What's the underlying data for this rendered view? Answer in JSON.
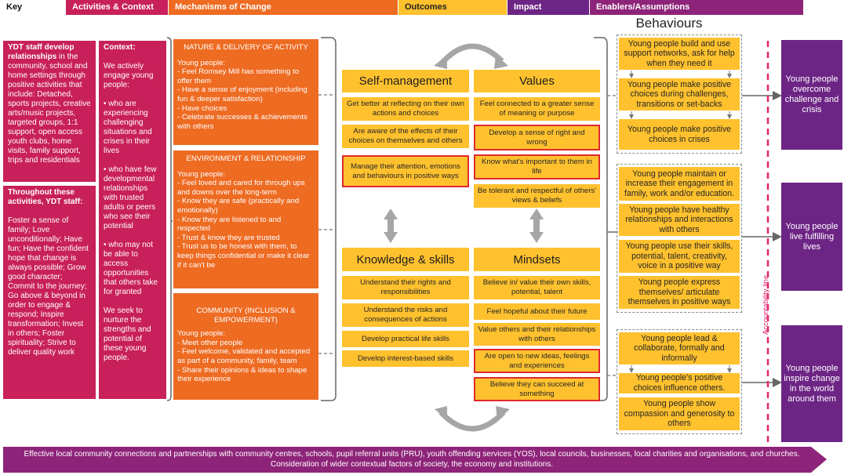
{
  "key": {
    "label": "Key",
    "activities": "Activities & Context",
    "mechanisms": "Mechanisms of Change",
    "outcomes": "Outcomes",
    "impact": "Impact",
    "enablers": "Enablers/Assumptions"
  },
  "activities": {
    "staff_bold": "YDT staff develop relationships",
    "staff_rest": " in the community, school and home settings through positive activities that include: Detached, sports projects, creative arts/music projects, targeted groups, 1:1 support, open access youth clubs, home visits, family support, trips and residentials",
    "through_bold": "Throughout these activities, YDT staff:",
    "through_rest": "Foster a sense of family; Love unconditionally; Have fun; Have the confident hope that change is always possible; Grow good character; Commit to the journey; Go above & beyond in order to engage & respond; Inspire transformation; Invest in others; Foster spirituality; Strive to deliver quality work"
  },
  "context": {
    "title": "Context:",
    "text": "We actively engage young people:\n\n• who are experiencing challenging situations and crises in their lives\n\n• who have few developmental relationships with trusted adults or peers who see their potential\n\n• who may not be able to access opportunities that others take for granted\n\nWe seek to nurture the strengths and potential of these young people."
  },
  "mechanisms": {
    "nature": {
      "title": "NATURE & DELIVERY OF ACTIVITY",
      "text": "Young people:\n- Feel Romsey Mill has something to offer them\n- Have a sense of enjoyment (including fun & deeper satisfaction)\n- Have choices\n- Celebrate successes & achievements with others"
    },
    "environment": {
      "title": "ENVIRONMENT & RELATIONSHIP",
      "text": "Young people:\n- Feel loved and cared for through ups and downs over the long-term\n- Know they are safe (practically and emotionally)\n- Know they are listened to and respected\n- Trust & know they are trusted\n- Trust us to be honest with them, to keep things confidential or make it clear if it can't be"
    },
    "community": {
      "title": "COMMUNITY (INCLUSION & EMPOWERMENT)",
      "text": "Young people:\n- Meet other people\n- Feel welcome, validated and accepted as part of a community, family, team\n- Share their opinions & ideas to shape their experience"
    }
  },
  "outcomes": {
    "self_management": {
      "title": "Self-management",
      "items": [
        "Get better at reflecting on their own actions and choices",
        "Are aware of the effects of their choices on themselves and others",
        "Manage their attention, emotions and behaviours in positive ways"
      ]
    },
    "values": {
      "title": "Values",
      "items": [
        "Feel connected to a greater sense of meaning or purpose",
        "Develop a sense of right and wrong",
        "Know what's important to them in life",
        "Be tolerant and respectful of others' views & beliefs"
      ]
    },
    "knowledge": {
      "title": "Knowledge & skills",
      "items": [
        "Understand their rights and responsibilities",
        "Understand the risks and consequences of actions",
        "Develop practical life skills",
        "Develop interest-based skills"
      ]
    },
    "mindsets": {
      "title": "Mindsets",
      "items": [
        "Believe in/ value their own skills, potential, talent",
        "Feel hopeful about their future",
        "Value others and their relationships with others",
        "Are open to new ideas, feelings and experiences",
        "Believe they can succeed at something"
      ]
    }
  },
  "behaviours": {
    "title": "Behaviours",
    "group1": [
      "Young people build and use support networks, ask for help when they need it",
      "Young people make positive choices during challenges, transitions or set-backs",
      "Young people make positive choices in crises"
    ],
    "group2": [
      "Young people maintain or increase their engagement in family, work and/or education.",
      "Young people have healthy relationships and interactions with others",
      "Young people use their skills, potential, talent, creativity, voice in a positive way",
      "Young people express themselves/ articulate themselves in positive ways"
    ],
    "group3": [
      "Young people lead & collaborate, formally and informally",
      "Young people's positive choices influence others.",
      "Young people show compassion and generosity to others"
    ]
  },
  "accountability": "Accountability line",
  "impact": [
    "Young people overcome challenge and crisis",
    "Young people live fulfilling lives",
    "Young people inspire change in the world around them"
  ],
  "enablers": {
    "line1": "Effective local community connections and partnerships with community centres, schools, pupil referral units (PRU), youth offending services (YOS), local councils, businesses, local charities and organisations, and churches.",
    "line2": "Consideration of wider contextual factors of society, the economy and institutions."
  },
  "colors": {
    "pink": "#c8205a",
    "orange": "#ee6b22",
    "yellow": "#ffc12e",
    "purple": "#6d2585",
    "enablers": "#8e2479",
    "red_border": "#e0292d",
    "accountability": "#e2266e"
  }
}
